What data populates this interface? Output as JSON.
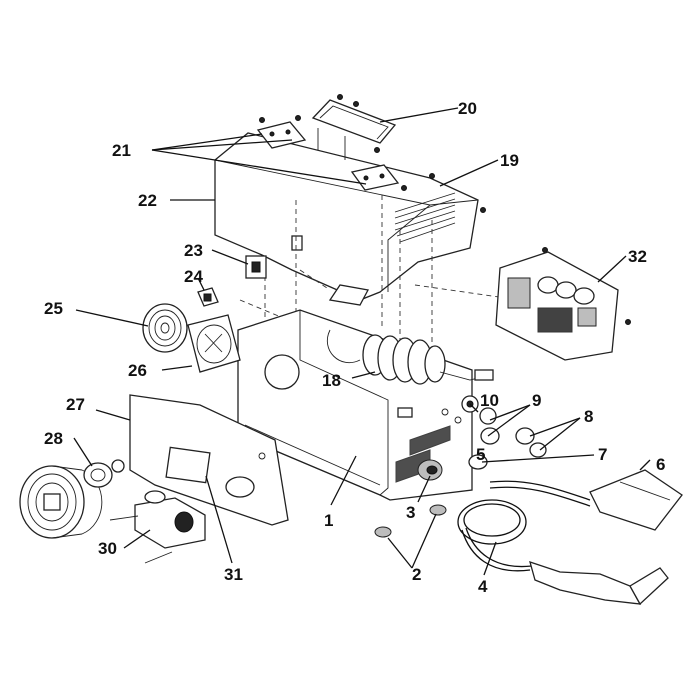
{
  "labels": {
    "p1": "1",
    "p2": "2",
    "p3": "3",
    "p4": "4",
    "p5": "5",
    "p6": "6",
    "p7": "7",
    "p8": "8",
    "p9": "9",
    "p10": "10",
    "p18": "18",
    "p19": "19",
    "p20": "20",
    "p21": "21",
    "p22": "22",
    "p23": "23",
    "p24": "24",
    "p25": "25",
    "p26": "26",
    "p27": "27",
    "p28": "28",
    "p30": "30",
    "p31": "31",
    "p32": "32"
  }
}
